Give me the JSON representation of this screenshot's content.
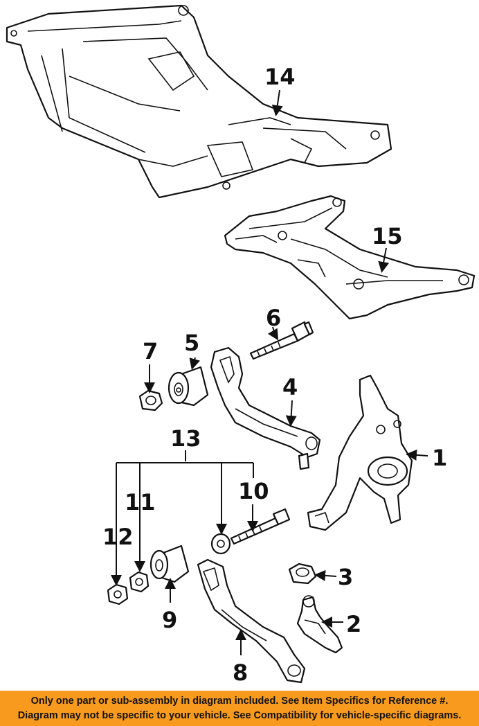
{
  "callouts": {
    "c1": "1",
    "c2": "2",
    "c3": "3",
    "c4": "4",
    "c5": "5",
    "c6": "6",
    "c7": "7",
    "c8": "8",
    "c9": "9",
    "c10": "10",
    "c11": "11",
    "c12": "12",
    "c13": "13",
    "c14": "14",
    "c15": "15"
  },
  "footer": {
    "line1": "Only one part or sub-assembly in diagram included. See Item Specifics for Reference #.",
    "line2": "Diagram may not be specific to your vehicle. See Compatibility for vehicle-specific diagrams."
  },
  "colors": {
    "footer_bg": "#f79a1d",
    "ink": "#111111"
  }
}
